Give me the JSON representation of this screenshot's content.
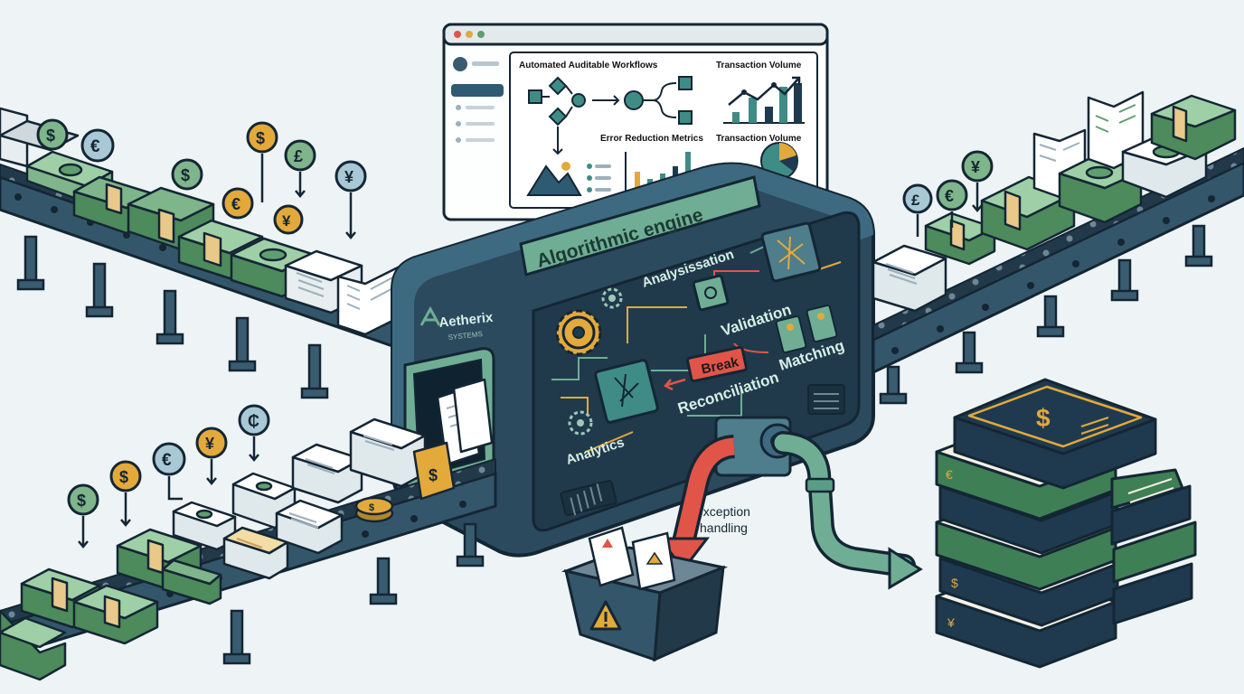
{
  "dashboard": {
    "workflows_title": "Automated Auditable Workflows",
    "volume_title_1": "Transaction Volume",
    "error_title": "Error Reduction Metrics",
    "volume_title_2": "Transaction Volume"
  },
  "engine": {
    "title": "Algorithmic engine",
    "brand": "Aetherix",
    "brand_sub": "SYSTEMS",
    "labels": {
      "analysis": "Analysissation",
      "validation": "Validation",
      "break": "Break",
      "reconciliation": "Reconciliation",
      "matching": "Matching",
      "analytics": "Analytics"
    }
  },
  "exception": {
    "line1": "exception",
    "line2": "handling"
  },
  "currency": {
    "dollar": "$",
    "euro": "€",
    "pound": "£",
    "yen": "¥",
    "cedi": "₵"
  },
  "colors": {
    "navy": "#1f3a4f",
    "ink": "#142634",
    "teal": "#3f8c86",
    "money_green": "#5f9e6e",
    "gold": "#e4a93b",
    "alert_red": "#e05548",
    "book_green": "#3f7f55",
    "book_navy": "#1f3a4f"
  }
}
